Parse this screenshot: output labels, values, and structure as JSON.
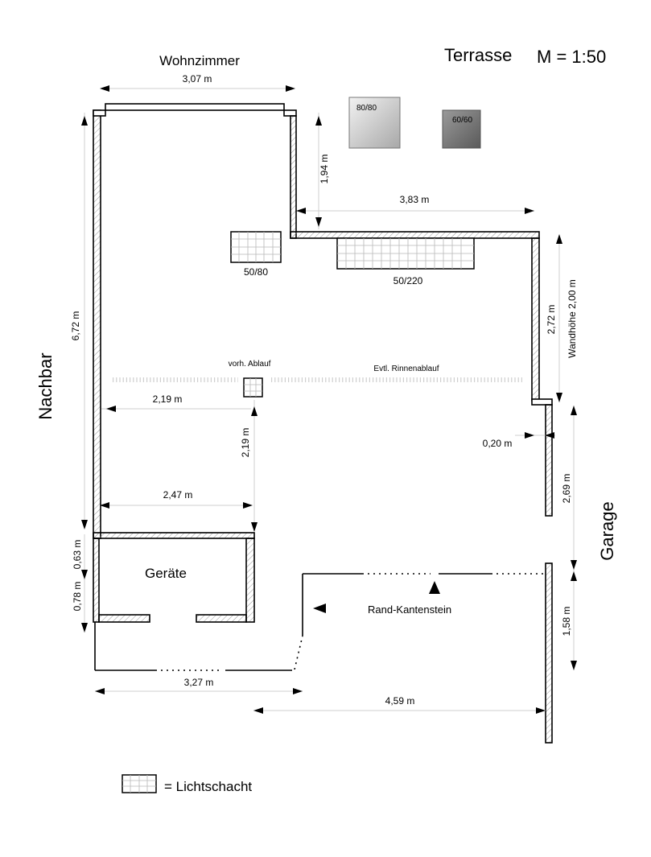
{
  "header": {
    "title": "Terrasse",
    "scale": "M = 1:50"
  },
  "rooms": {
    "wohnzimmer": "Wohnzimmer",
    "nachbar": "Nachbar",
    "garage": "Garage",
    "geraete": "Geräte"
  },
  "dimensions": {
    "top_width": "3,07 m",
    "step_height": "1,94 m",
    "right_width": "3,83 m",
    "left_height": "6,72 m",
    "right_height": "2,72 m",
    "wall_height": "Wandhöhe 2,00 m",
    "drain_horizontal": "2,19 m",
    "drain_vertical": "2,19 m",
    "shed_width": "2,47 m",
    "shed_gap": "0,63 m",
    "shed_height": "0,78 m",
    "wall_offset": "0,20 m",
    "garage_upper": "2,69 m",
    "garage_lower": "1,58 m",
    "bottom_left": "3,27 m",
    "bottom_right": "4,59 m"
  },
  "objects": {
    "tile_large": "80/80",
    "tile_small": "60/60",
    "shaft_small": "50/80",
    "shaft_wide": "50/220",
    "existing_drain": "vorh. Ablauf",
    "gutter_drain": "Evtl. Rinnenablauf",
    "curb": "Rand-Kantenstein"
  },
  "legend": {
    "label": "= Lichtschacht"
  },
  "colors": {
    "ink": "#000000",
    "dimension_line": "#cfcfcf",
    "tile_large_top": "#e8e8e8",
    "tile_small_fill": "#808080"
  }
}
